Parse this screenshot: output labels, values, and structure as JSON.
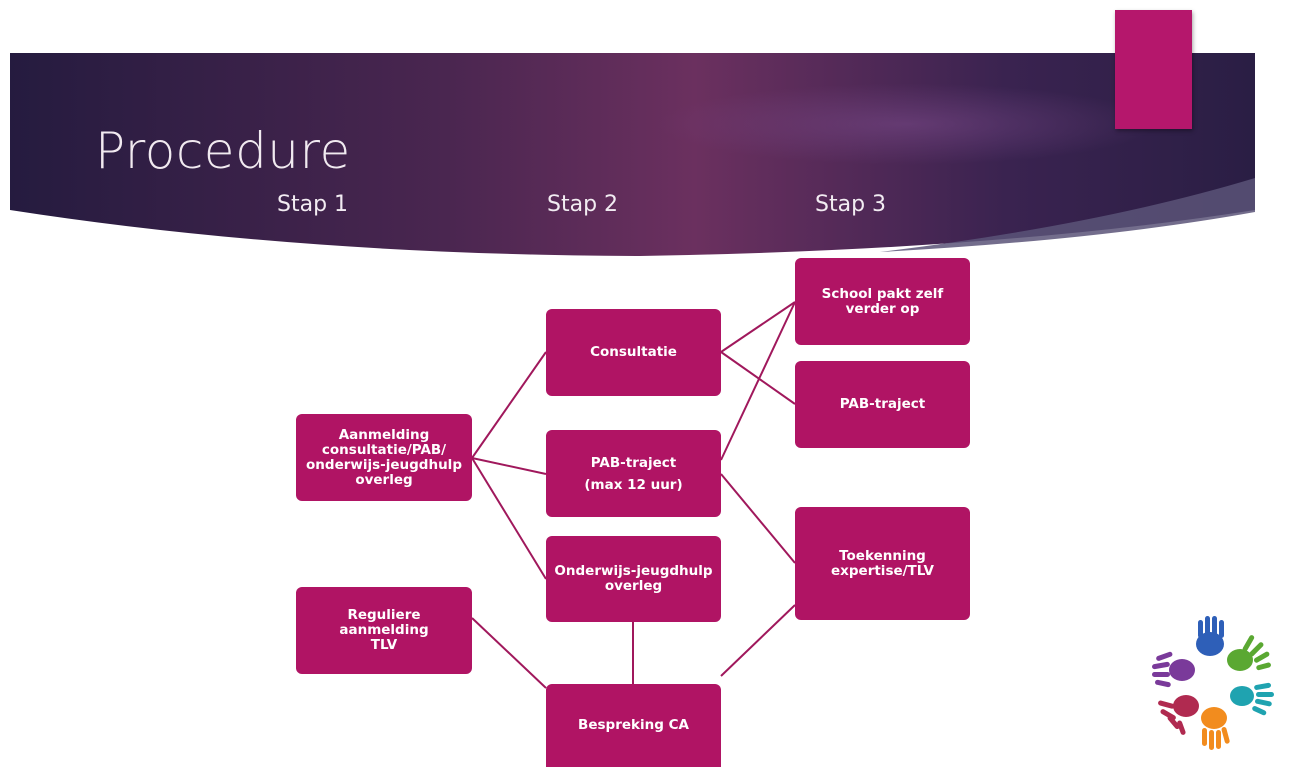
{
  "slide": {
    "title": "Procedure",
    "steps": [
      "Stap 1",
      "Stap 2",
      "Stap 3"
    ]
  },
  "colors": {
    "banner_dark": "#2a1d45",
    "banner_mid": "#6a2f63",
    "box_fill": "#b01464",
    "accent_tab": "#b5176c",
    "connector": "#a0185c"
  },
  "boxes": {
    "aanmelding": "Aanmelding\nconsultatie/PAB/\nonderwijs-jeugdhulp\noverleg",
    "reguliere": "Reguliere aanmelding\nTLV",
    "consultatie": "Consultatie",
    "pab_stap2": "PAB-traject\n(max 12 uur)",
    "onderwijs": "Onderwijs-jeugdhulp\noverleg",
    "bespreking": "Bespreking CA",
    "school": "School pakt zelf\nverder op",
    "pab_stap3": "PAB-traject",
    "toekenning": "Toekenning\nexpertise/TLV"
  },
  "logo": {
    "icon": "colorful-hands-logo"
  }
}
